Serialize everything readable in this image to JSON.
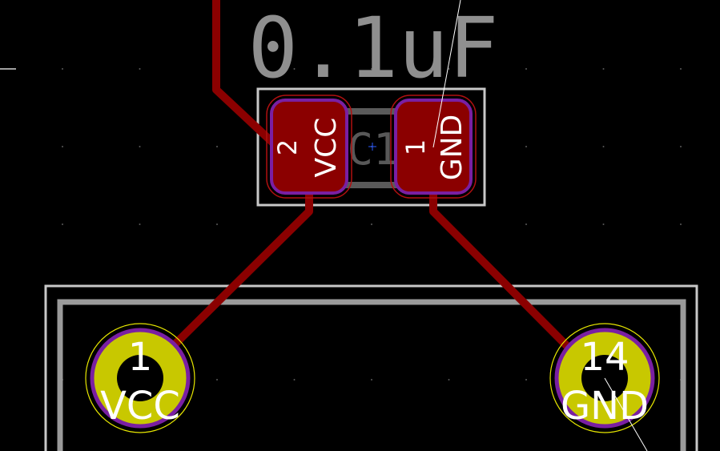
{
  "editor": {
    "colors": {
      "background": "#000000",
      "grid": "#5a5a5a",
      "copper_track": "#8b0000",
      "smd_pad": "#8b0000",
      "pad_outline": "#7a1fa2",
      "clearance": "#b01010",
      "through_hole_pad": "#c8c800",
      "courtyard": "#c8c8c8",
      "silkscreen": "#8f8f8f",
      "ratsnest": "#ffffff",
      "pad_text": "#ffffff"
    }
  },
  "capacitor": {
    "value": "0.1uF",
    "reference": "C1",
    "pads": [
      {
        "number": "2",
        "net": "VCC"
      },
      {
        "number": "1",
        "net": "GND"
      }
    ]
  },
  "ic": {
    "pins": [
      {
        "number": "1",
        "net": "VCC"
      },
      {
        "number": "14",
        "net": "GND"
      }
    ]
  },
  "nets": [
    "VCC",
    "GND"
  ]
}
